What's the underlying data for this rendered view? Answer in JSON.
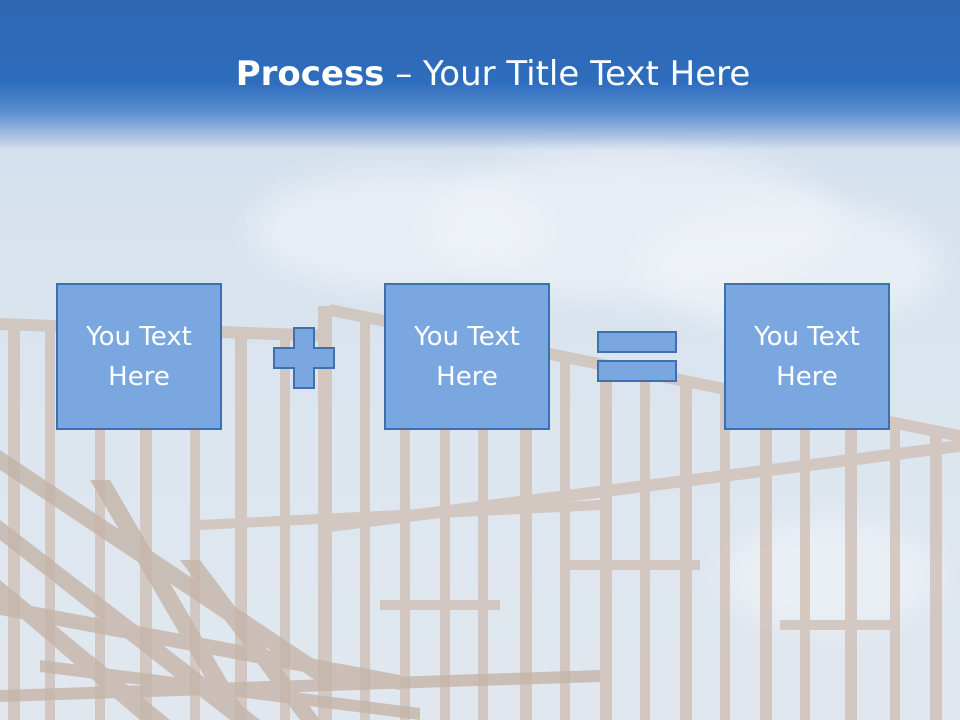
{
  "title": {
    "bold": "Process",
    "rest": " – Your Title Text Here"
  },
  "boxes": [
    {
      "text": "You Text Here"
    },
    {
      "text": "You Text Here"
    },
    {
      "text": "You Text Here"
    }
  ],
  "operators": [
    "plus",
    "equals"
  ],
  "colors": {
    "header": "#2e6cbd",
    "box_fill": "#7aa7df",
    "box_border": "#3e6fae",
    "text": "#ffffff"
  }
}
